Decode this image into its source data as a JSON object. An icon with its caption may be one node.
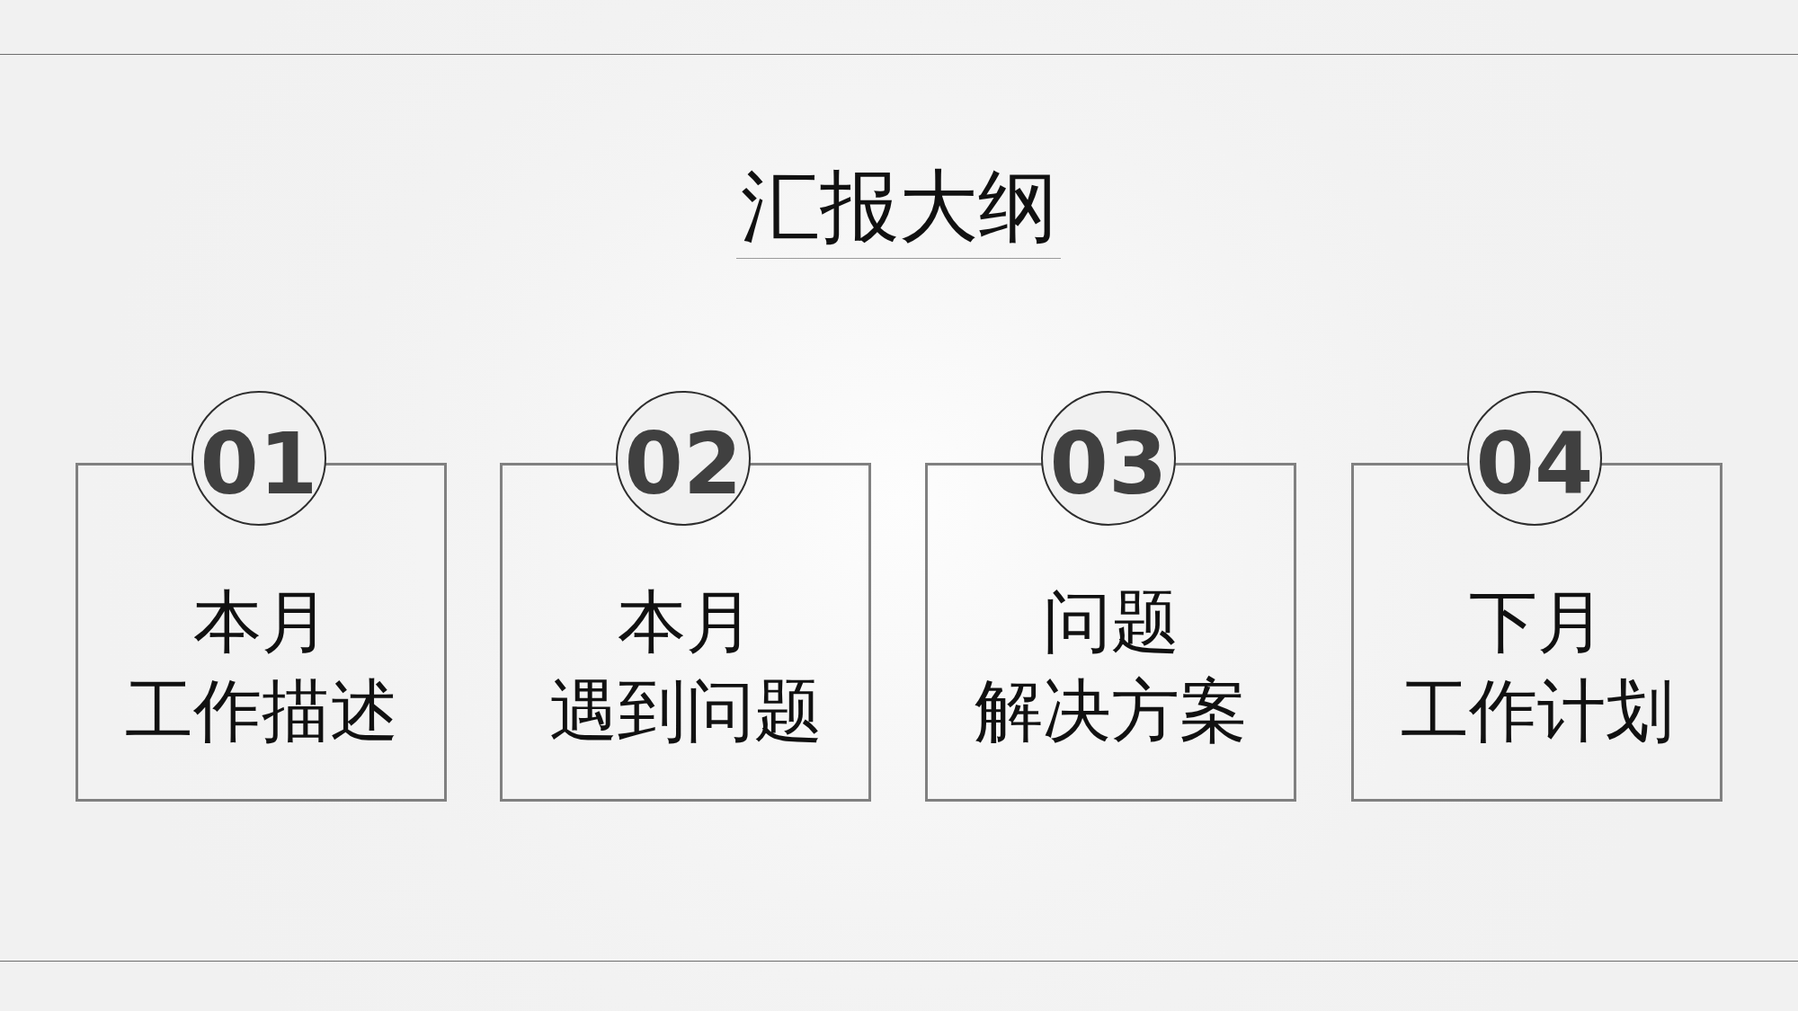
{
  "diagram": {
    "title": "汇报大纲",
    "nodes": [
      {
        "text": [
          "01"
        ]
      },
      {
        "text": [
          "本月工作描述"
        ]
      },
      {
        "text": [
          "02"
        ]
      },
      {
        "text": [
          "本月遇到问题"
        ]
      },
      {
        "text": [
          "03"
        ]
      },
      {
        "text": [
          "问题解决方案"
        ]
      },
      {
        "text": [
          "04"
        ]
      },
      {
        "text": [
          "下月工作计划"
        ]
      }
    ]
  }
}
